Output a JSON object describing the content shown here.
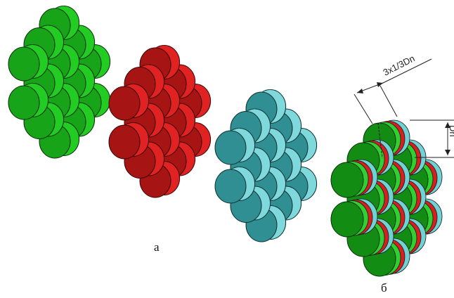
{
  "labels": {
    "figure_a": "а",
    "figure_b": "б"
  },
  "dimensions": {
    "width_label": "3x1/3Dn",
    "height_label": "Dn"
  },
  "assemblies": [
    {
      "name": "green-disc-stack",
      "colors": {
        "top": "#18a418",
        "side": "#22cc22",
        "outline": "#0a300a"
      }
    },
    {
      "name": "red-disc-stack",
      "colors": {
        "top": "#a61414",
        "side": "#e02222",
        "outline": "#3a0606"
      }
    },
    {
      "name": "cyan-disc-stack",
      "colors": {
        "top": "#2f8f92",
        "side": "#7fd8dc",
        "outline": "#0e3132"
      }
    }
  ],
  "layered_assembly": {
    "layers": [
      {
        "color": "#6fd3d6"
      },
      {
        "color": "#d61f1f"
      },
      {
        "color": "#2fd02f"
      }
    ],
    "front_top": "#138c13",
    "front_outline": "#083008"
  },
  "dimension_line_color": "#222222"
}
